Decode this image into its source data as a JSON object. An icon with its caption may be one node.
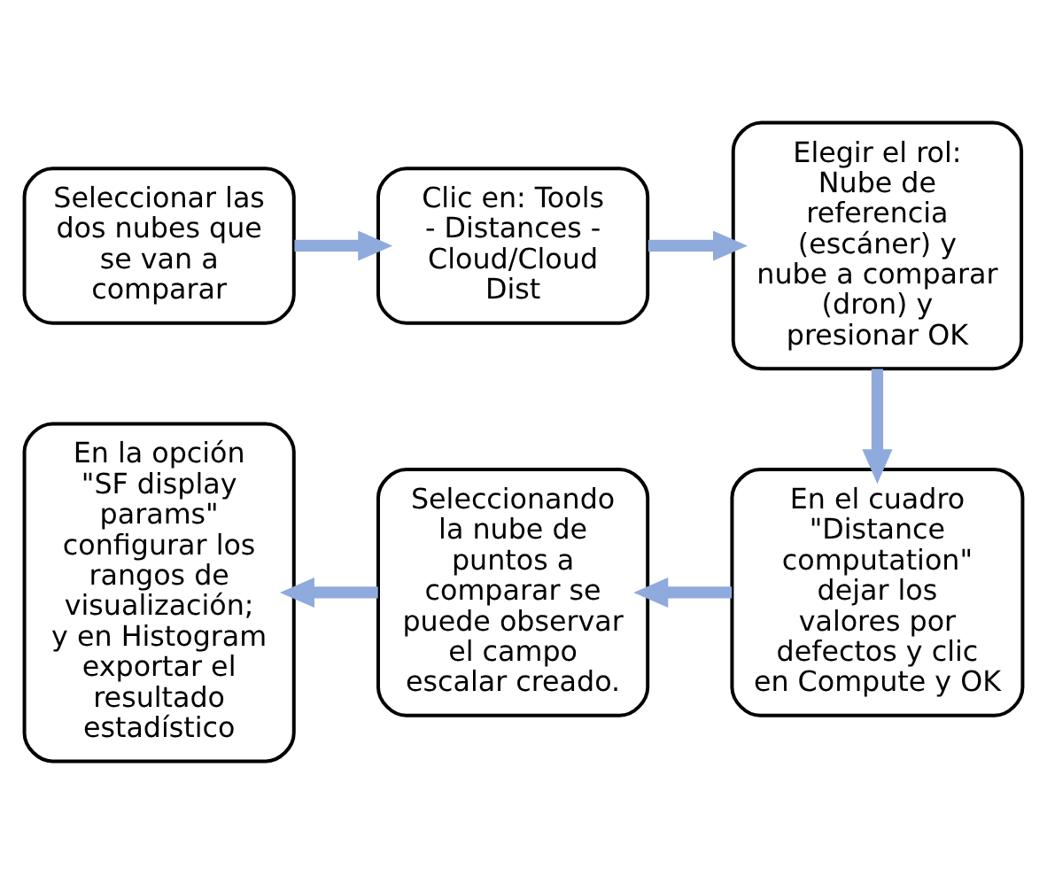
{
  "diagram": {
    "nodes": [
      {
        "text": [
          "Seleccionar las dos nubes que se van a comparar"
        ]
      },
      {
        "text": [
          "Clic en: Tools - Distances - Cloud/Cloud Dist"
        ]
      },
      {
        "text": [
          "Elegir el rol: Nube de referencia (escáner) y nube a comparar (dron) y presionar OK"
        ]
      },
      {
        "text": [
          "En el cuadro \"Distance computation\" dejar los valores por defectos y clic en Compute y OK"
        ]
      },
      {
        "text": [
          "Seleccionando la nube de puntos a comparar se puede observar el campo escalar creado."
        ]
      },
      {
        "text": [
          "En la opción \"SF display params\" configurar los rangos de visualización; y en Histogram exportar el resultado estadístico"
        ]
      }
    ],
    "edges": [
      {
        "from": 0,
        "to": 1,
        "arrow": "to"
      },
      {
        "from": 1,
        "to": 2,
        "arrow": "to"
      },
      {
        "from": 2,
        "to": 3,
        "arrow": "to"
      },
      {
        "from": 3,
        "to": 4,
        "arrow": "to"
      },
      {
        "from": 4,
        "to": 5,
        "arrow": "to"
      }
    ]
  }
}
